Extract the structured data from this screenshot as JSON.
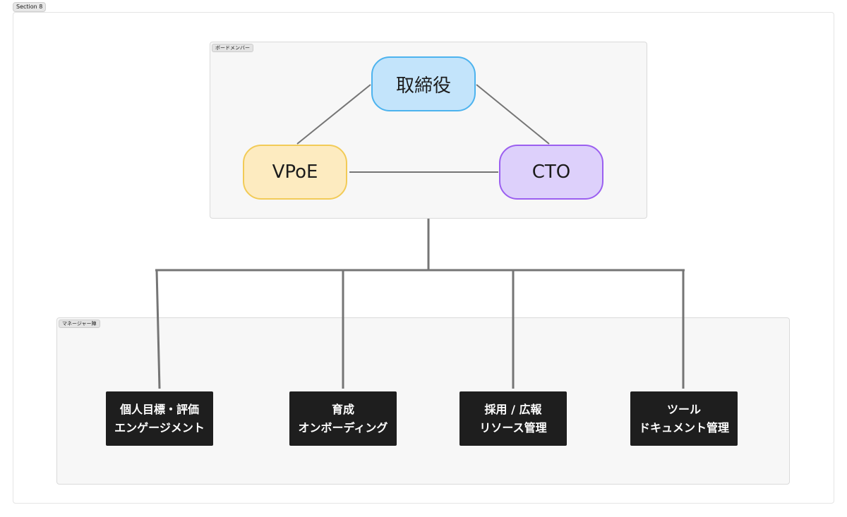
{
  "section": {
    "label": "Section 8"
  },
  "board": {
    "label": "ボードメンバー",
    "nodes": {
      "exec": "取締役",
      "vpoe": "VPoE",
      "cto": "CTO"
    }
  },
  "managers": {
    "label": "マネージャー陣",
    "cards": [
      {
        "line1": "個人目標・評価",
        "line2": "エンゲージメント"
      },
      {
        "line1": "育成",
        "line2": "オンボーディング"
      },
      {
        "line1": "採用 / 広報",
        "line2": "リソース管理"
      },
      {
        "line1": "ツール",
        "line2": "ドキュメント管理"
      }
    ]
  },
  "colors": {
    "exec_fill": "#c3e4fb",
    "exec_border": "#4db3ee",
    "vpoe_fill": "#fdebc0",
    "vpoe_border": "#f2cb57",
    "cto_fill": "#ddd0fb",
    "cto_border": "#9b5ff0",
    "card_fill": "#1e1e1e",
    "connector": "#757575"
  }
}
